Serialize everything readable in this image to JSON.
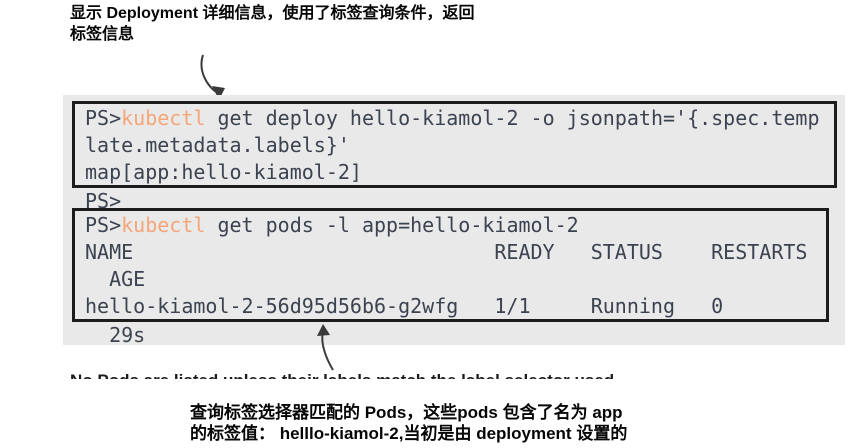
{
  "annotations": {
    "top": {
      "line1": "显示 Deployment 详细信息，使用了标签查询条件，返回",
      "line2": "标签信息"
    },
    "bottom": {
      "line1": "查询标签选择器匹配的 Pods，这些pods 包含了名为 app",
      "line2": "的标签值：  helllo-kiamol-2,当初是由 deployment 设置的"
    },
    "clipped_paragraph": "No Pods are listed unless their labels match the label selector used"
  },
  "terminal": {
    "command1": {
      "prompt": "PS>",
      "cmd": "kubectl",
      "args": " get deploy hello-kiamol-2 -o jsonpath='{.spec.temp",
      "wrap": "late.metadata.labels}'",
      "output": "map[app:hello-kiamol-2]"
    },
    "between_prompt": "PS>",
    "command2": {
      "prompt": "PS>",
      "cmd": "kubectl",
      "args": " get pods -l app=hello-kiamol-2",
      "header": "NAME                              READY   STATUS    RESTARTS",
      "header_wrap": "  AGE",
      "row": "hello-kiamol-2-56d95d56b6-g2wfg   1/1     Running   0",
      "row_wrap": "  29s"
    }
  },
  "colors": {
    "command_accent": "#f4a678",
    "terminal_text": "#3b4250",
    "panel_bg": "#e9e9e9",
    "box_border": "#1c1c1c"
  },
  "icons": {
    "top_arrow": "curved-arrow-down",
    "bottom_arrow": "curved-arrow-up"
  }
}
